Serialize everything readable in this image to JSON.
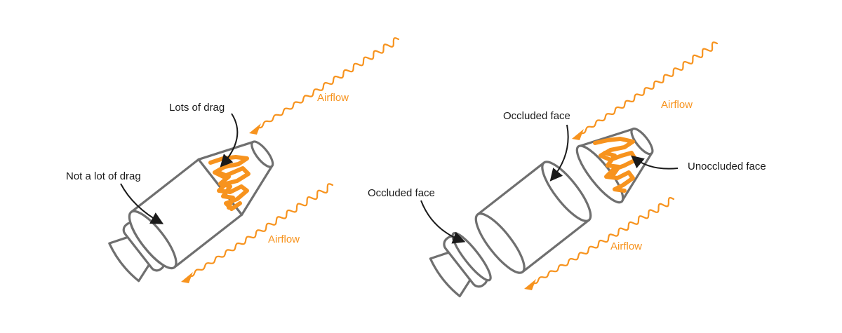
{
  "labels": {
    "lots_of_drag": "Lots of drag",
    "not_a_lot_of_drag": "Not a lot of drag",
    "airflow": "Airflow",
    "occluded_face": "Occluded face",
    "unoccluded_face": "Unoccluded face"
  },
  "colors": {
    "airflow": "#f7931e",
    "outline": "#6f6f6f",
    "text": "#1a1a1a"
  }
}
